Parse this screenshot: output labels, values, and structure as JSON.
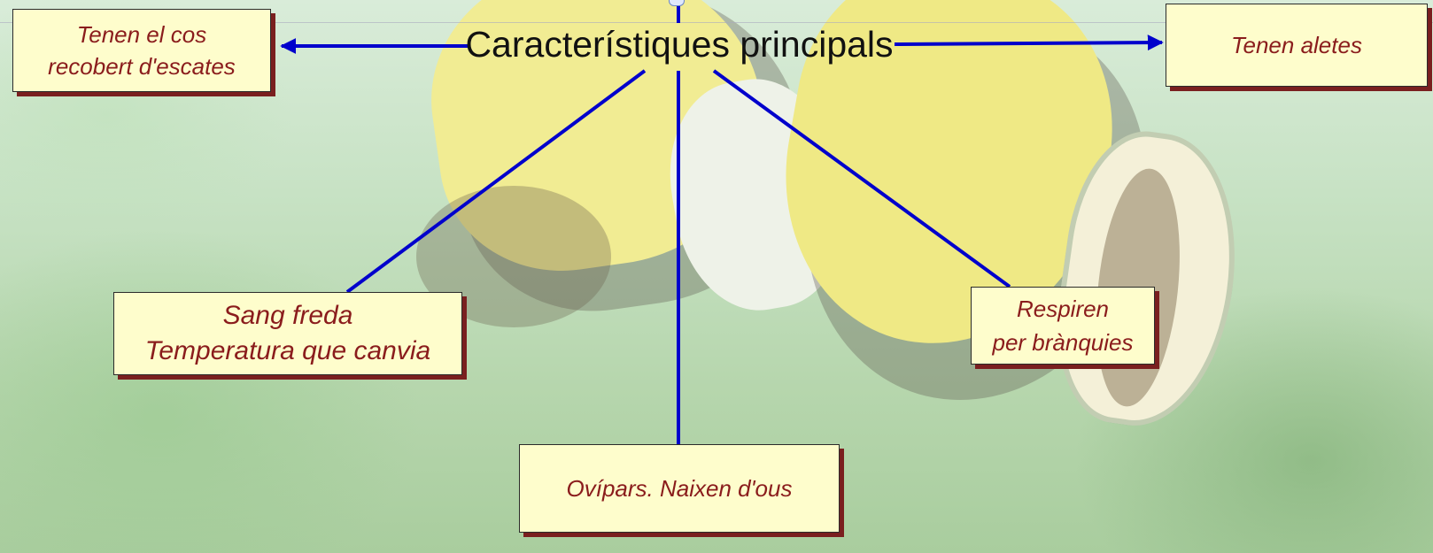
{
  "diagram": {
    "central_topic": "Característiques principals",
    "items": {
      "scales": [
        "Tenen el cos",
        "recobert d'escates"
      ],
      "fins": [
        "Tenen aletes"
      ],
      "cold_blood": [
        "Sang freda",
        "Temperatura que canvia"
      ],
      "gills": [
        "Respiren",
        "per brànquies"
      ],
      "oviparous": [
        "Ovípars. Naixen d'ous"
      ]
    }
  },
  "colors": {
    "connector": "#0000cc",
    "box_fill": "#fefdcc",
    "box_text": "#8a1c1c",
    "box_shadow": "#7a1f1f"
  }
}
